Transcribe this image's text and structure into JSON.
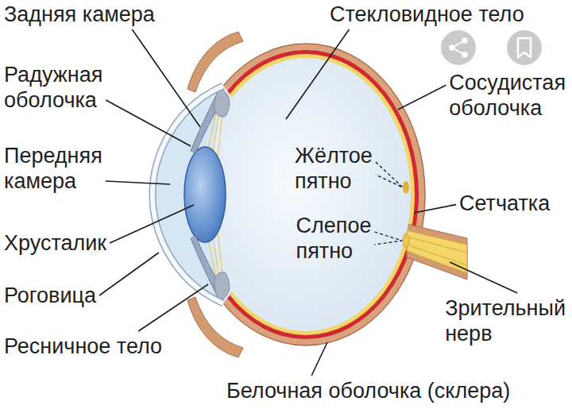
{
  "diagram": {
    "labels": [
      "Задняя камера",
      "Радужная оболочка",
      "Передняя камера",
      "Хрусталик",
      "Роговица",
      "Ресничное тело",
      "Стекловидное тело",
      "Сосудистая оболочка",
      "Жёлтое пятно",
      "Слепое пятно",
      "Сетчатка",
      "Зрительный нерв",
      "Белочная оболочка (склера)"
    ]
  }
}
